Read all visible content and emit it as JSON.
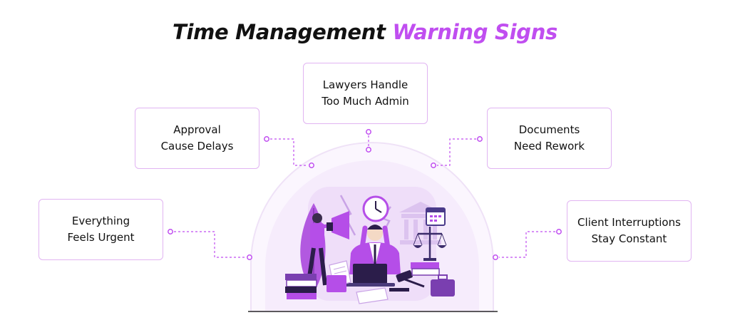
{
  "title": {
    "main": "Time Management",
    "highlight": "Warning Signs"
  },
  "signs": [
    {
      "label": "Lawyers Handle\nToo Much Admin"
    },
    {
      "label": "Approval\nCause Delays"
    },
    {
      "label": "Documents\nNeed Rework"
    },
    {
      "label": "Everything\nFeels Urgent"
    },
    {
      "label": "Client Interruptions\nStay Constant"
    }
  ],
  "colors": {
    "accent": "#c04ef0",
    "connector": "#c04ef0",
    "box_border": "#e1b4f2",
    "text": "#111111"
  }
}
